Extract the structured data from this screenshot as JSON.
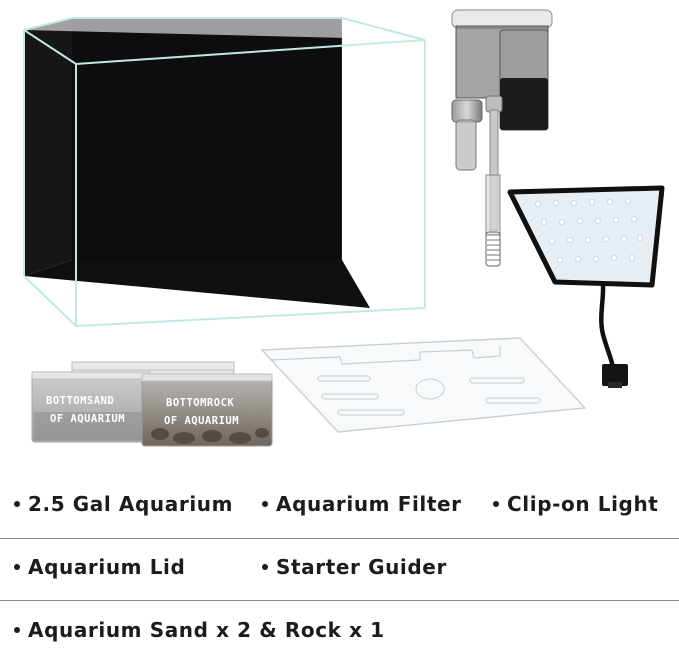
{
  "product_images": {
    "sand_bag_lines": [
      "BOTTOMSAND",
      "OF AQUARIUM"
    ],
    "rock_bag_lines": [
      "BOTTOMROCK",
      "OF AQUARIUM"
    ]
  },
  "contents_list": {
    "rows": [
      [
        "2.5 Gal Aquarium",
        "Aquarium Filter",
        "Clip-on Light"
      ],
      [
        "Aquarium Lid",
        "Starter Guider"
      ],
      [
        "Aquarium Sand x 2 & Rock x 1"
      ]
    ]
  },
  "colors": {
    "tank_back": "#0d0d0d",
    "glass_edge": "#bfe9e4",
    "divider": "#8a8a8a"
  }
}
